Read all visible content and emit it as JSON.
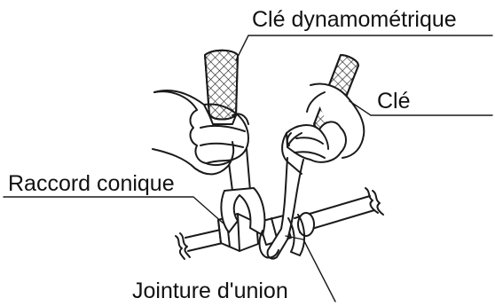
{
  "labels": {
    "torque_wrench": "Clé dynamométrique",
    "wrench": "Clé",
    "flare_nut": "Raccord conique",
    "union_joint": "Jointure d'union"
  },
  "colors": {
    "line": "#1a1a1a",
    "background": "#ffffff"
  }
}
